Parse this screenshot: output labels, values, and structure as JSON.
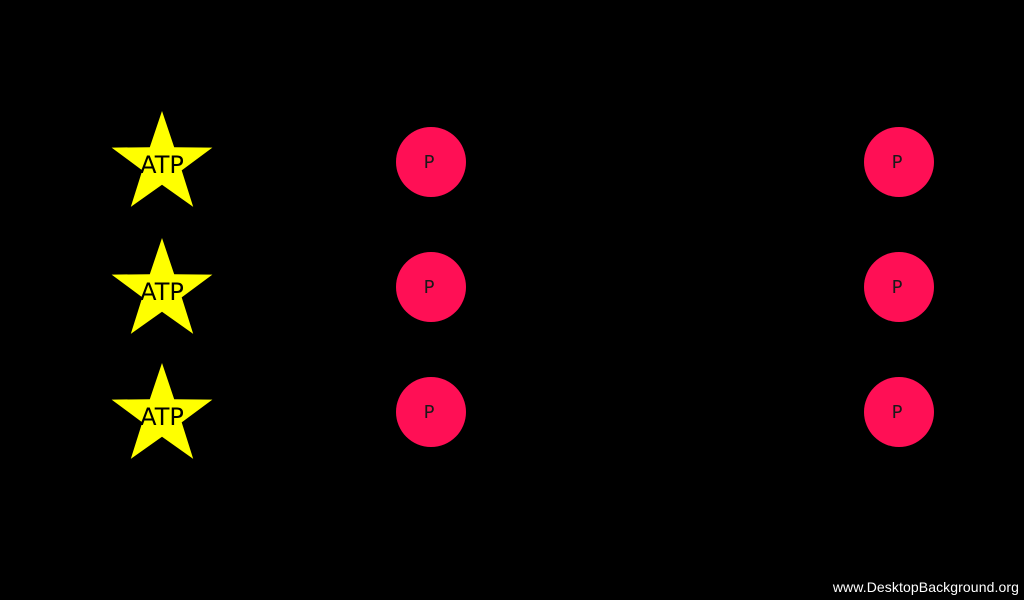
{
  "colors": {
    "background": "#000000",
    "atp_star_fill": "#ffff00",
    "atp_label": "#000000",
    "phosphate_fill": "#ff0f55",
    "phosphate_label": "#1a1a1a",
    "watermark": "#ffffff"
  },
  "atp_molecules": [
    {
      "label": "ATP",
      "icon": "star-icon"
    },
    {
      "label": "ATP",
      "icon": "star-icon"
    },
    {
      "label": "ATP",
      "icon": "star-icon"
    }
  ],
  "phosphates_middle": [
    {
      "label": "P",
      "icon": "circle-icon"
    },
    {
      "label": "P",
      "icon": "circle-icon"
    },
    {
      "label": "P",
      "icon": "circle-icon"
    }
  ],
  "phosphates_right": [
    {
      "label": "P",
      "icon": "circle-icon"
    },
    {
      "label": "P",
      "icon": "circle-icon"
    },
    {
      "label": "P",
      "icon": "circle-icon"
    }
  ],
  "watermark": "www.DesktopBackground.org"
}
